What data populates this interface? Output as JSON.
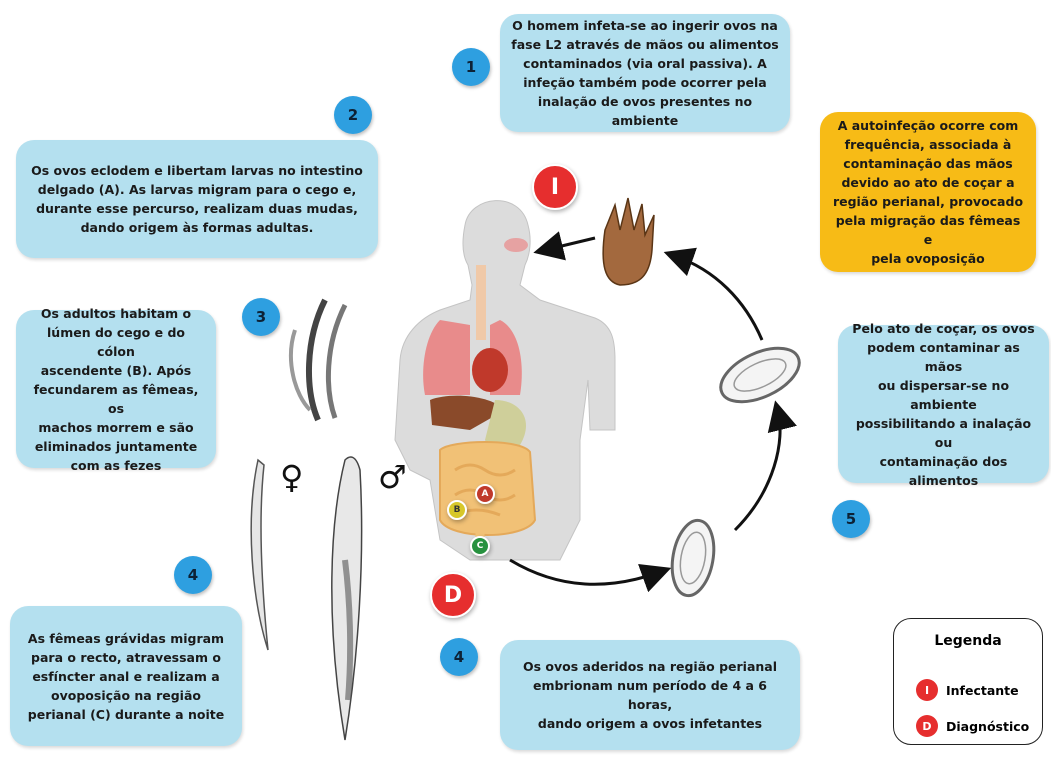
{
  "boxes": {
    "step1": "O homem infeta-se ao ingerir ovos na\nfase L2 através de mãos ou alimentos\ncontaminados (via oral passiva). A\ninfeção também pode ocorrer pela\ninalação de ovos presentes no ambiente",
    "step2": "Os ovos eclodem e libertam larvas no intestino\ndelgado (A). As larvas migram para o cego e,\ndurante esse percurso, realizam duas mudas,\ndando origem às formas adultas.",
    "step3": "Os adultos habitam o\nlúmen do cego e do cólon\nascendente (B). Após\nfecundarem as fêmeas, os\nmachos morrem e são\neliminados juntamente\ncom as fezes",
    "step4_left": "As fêmeas grávidas migram\npara o recto, atravessam o\nesfíncter anal e realizam a\novoposição na região\nperianal (C) durante a noite",
    "step4_bottom": "Os ovos aderidos na região perianal\nembrionam num período de 4 a 6 horas,\ndando origem a ovos infetantes",
    "step5": "Pelo ato de coçar, os ovos\npodem contaminar as mãos\nou dispersar-se no ambiente\npossibilitando a inalação ou\ncontaminação dos alimentos",
    "autoinfection": "A autoinfeção ocorre com\nfrequência, associada à\ncontaminação das mãos\ndevido ao ato de coçar a\nregião perianal, provocado\npela migração das fêmeas e\npela ovoposição"
  },
  "step_numbers": {
    "n1": "1",
    "n2": "2",
    "n3": "3",
    "n4a": "4",
    "n4b": "4",
    "n5": "5"
  },
  "badges": {
    "infective": "I",
    "diagnostic": "D"
  },
  "body_markers": {
    "a": "A",
    "b": "B",
    "c": "C"
  },
  "symbols": {
    "female": "♀",
    "male": "♂"
  },
  "legend": {
    "title": "Legenda",
    "items": [
      {
        "symbol": "I",
        "label": "Infectante"
      },
      {
        "symbol": "D",
        "label": "Diagnóstico"
      }
    ]
  },
  "colors": {
    "box": "#b4e0ef",
    "highlight_box": "#f7bb16",
    "number": "#2e9fe0",
    "badge": "#e62e2e"
  }
}
